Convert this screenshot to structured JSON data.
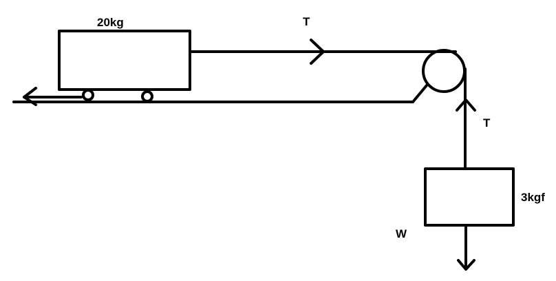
{
  "diagram": {
    "cart_mass_label": "20kg",
    "tension_top_label": "T",
    "tension_right_label": "T",
    "hanging_weight_label": "3kgf",
    "weight_label": "W"
  },
  "colors": {
    "stroke": "#000000",
    "background": "#ffffff"
  }
}
